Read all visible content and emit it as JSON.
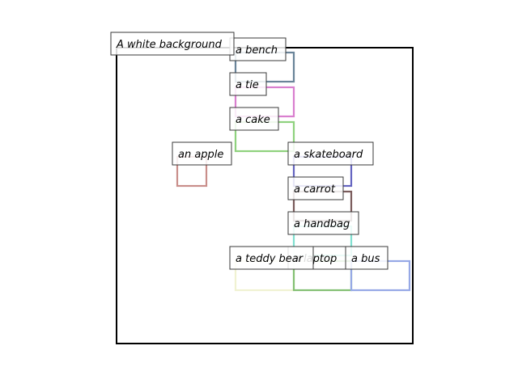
{
  "caption": "A white background",
  "objects": [
    {
      "id": "bench",
      "label": "a bench",
      "color": "#6a8499"
    },
    {
      "id": "tie",
      "label": "a tie",
      "color": "#d97fcf"
    },
    {
      "id": "cake",
      "label": "a cake",
      "color": "#8fd27e"
    },
    {
      "id": "apple",
      "label": "an apple",
      "color": "#c98e8a"
    },
    {
      "id": "skateboard",
      "label": "a skateboard",
      "color": "#6464c0"
    },
    {
      "id": "carrot",
      "label": "a carrot",
      "color": "#7a5c5c"
    },
    {
      "id": "handbag",
      "label": "a handbag",
      "color": "#80e0d0"
    },
    {
      "id": "laptop",
      "label": "a laptop",
      "color": "#84c074"
    },
    {
      "id": "bus",
      "label": "a bus",
      "color": "#96a8e6"
    },
    {
      "id": "teddy_bear",
      "label": "a teddy bear",
      "color": "#f0f2d2"
    }
  ]
}
